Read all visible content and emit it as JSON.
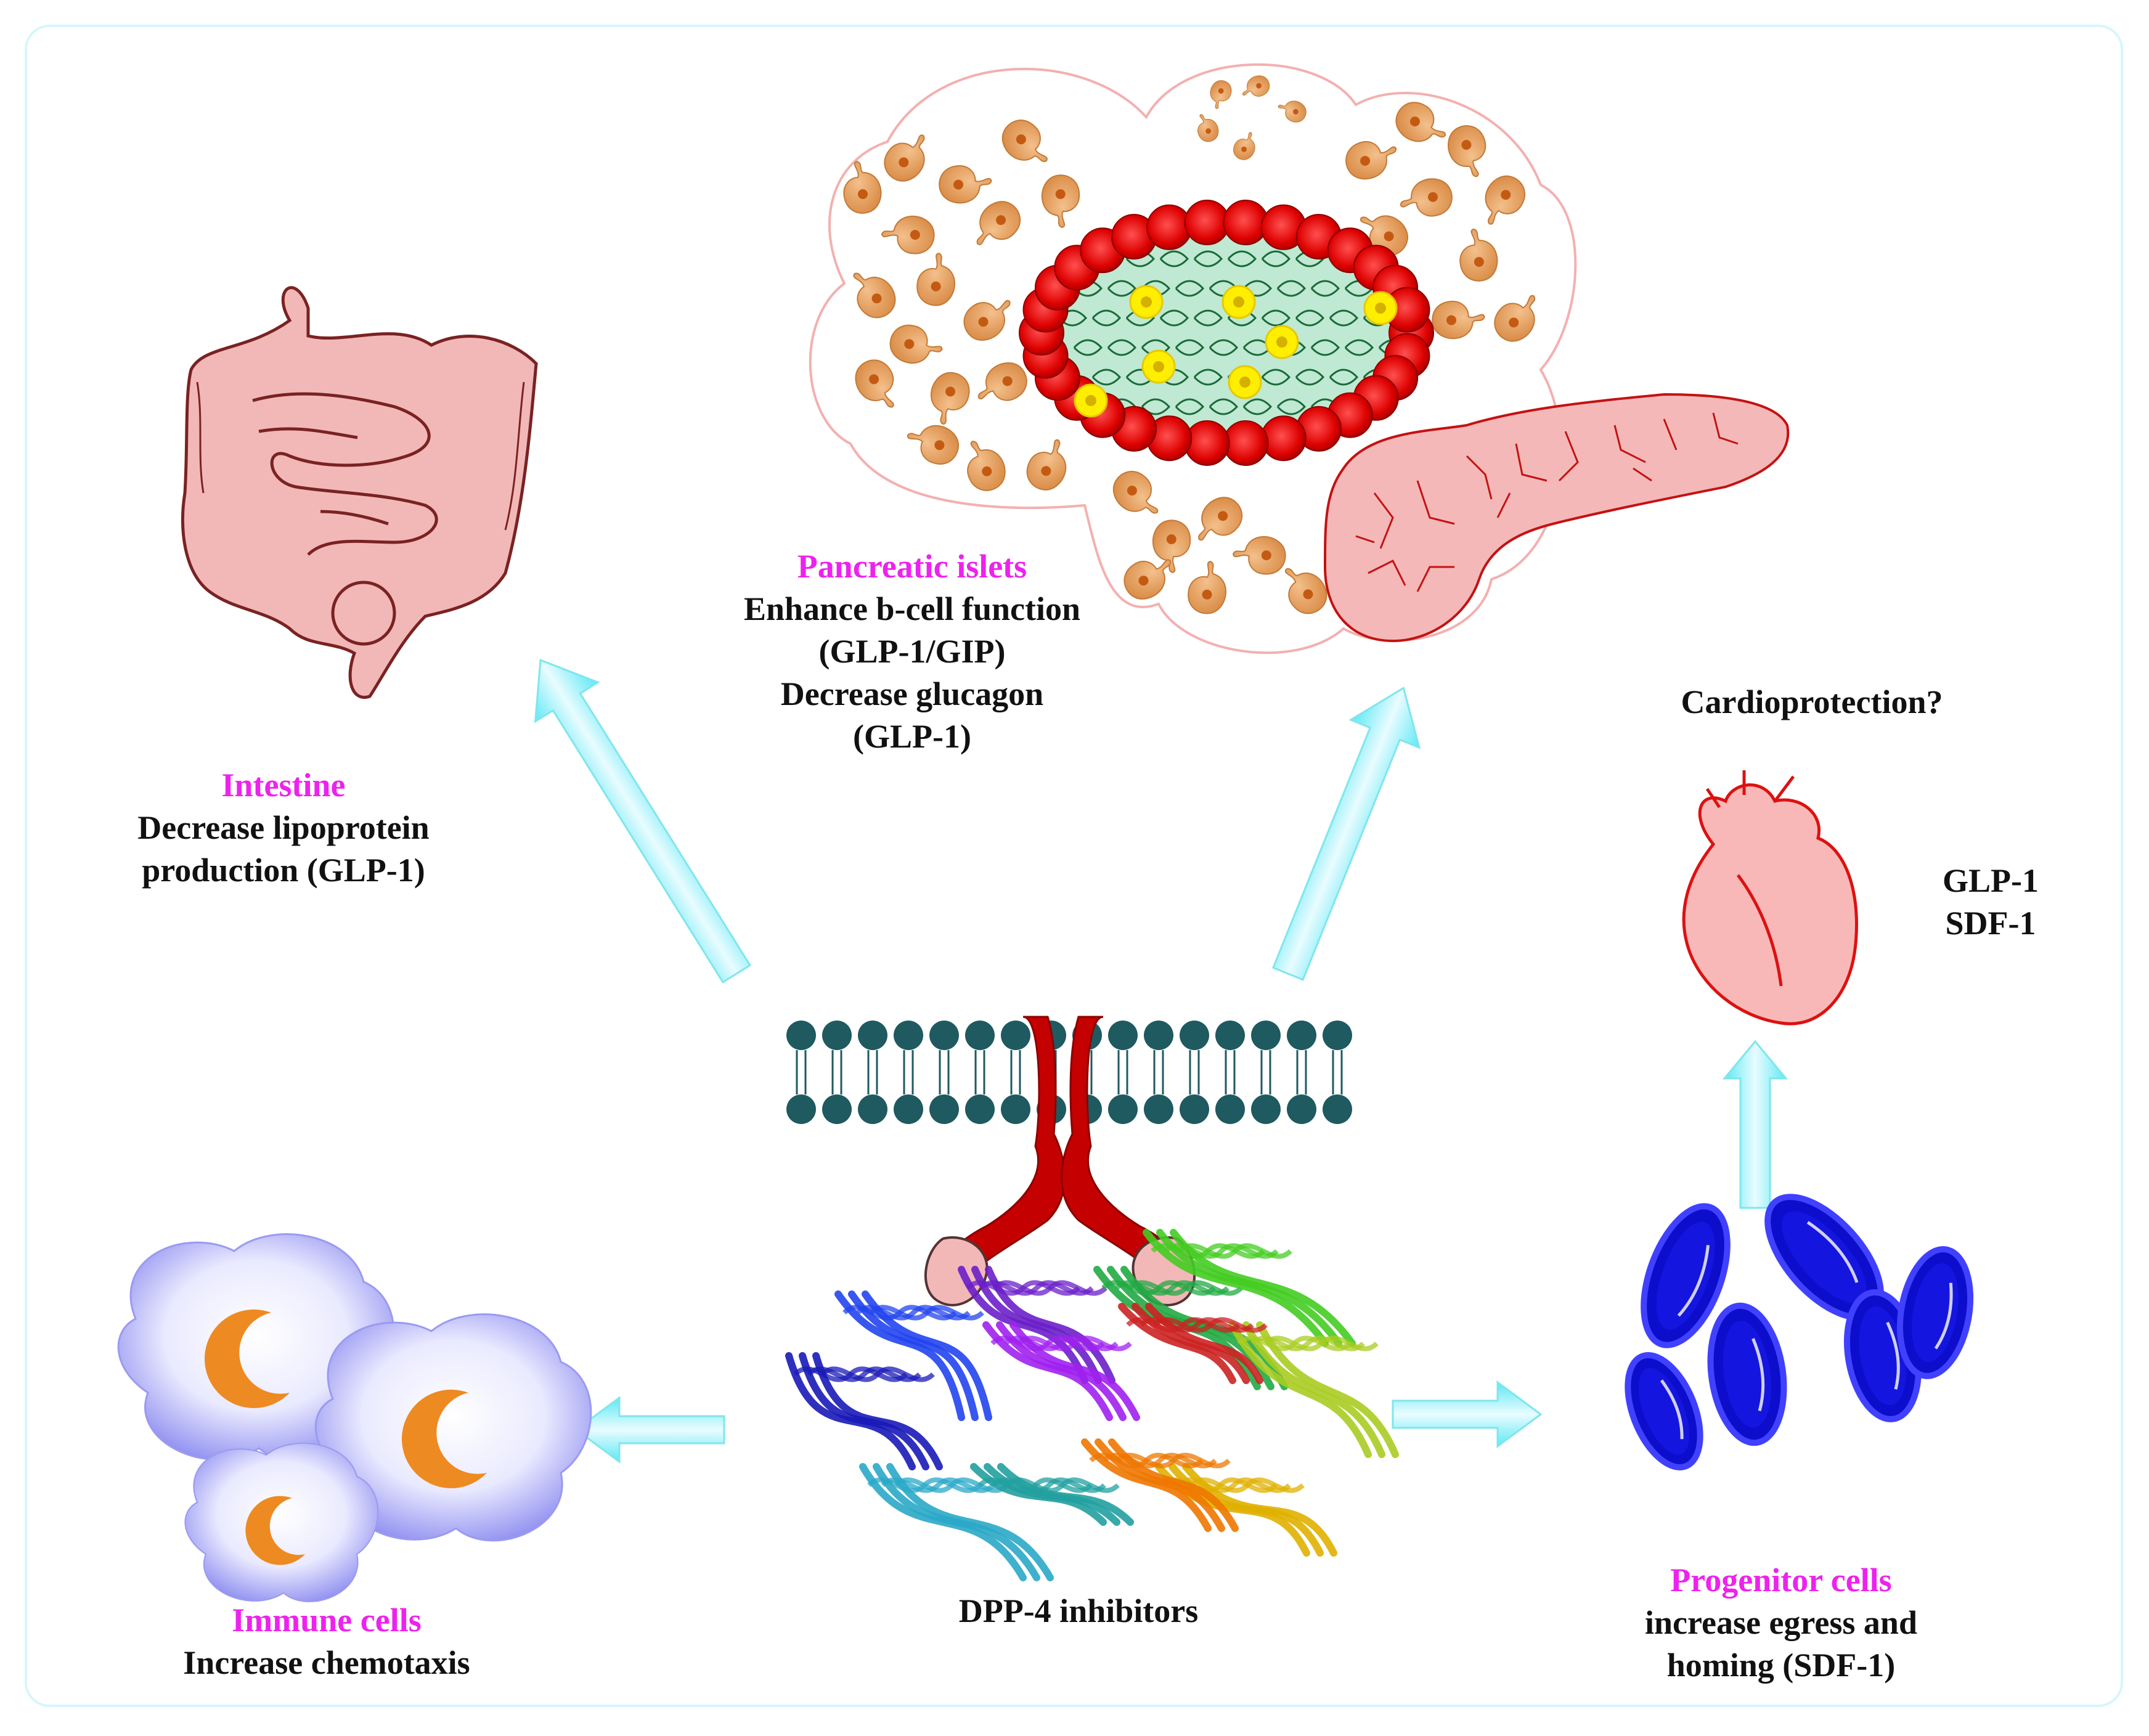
{
  "center": {
    "label": "DPP-4 inhibitors"
  },
  "intestine": {
    "title": "Intestine",
    "line1": "Decrease lipoprotein",
    "line2": "production (GLP-1)"
  },
  "pancreas": {
    "title": "Pancreatic islets",
    "line1": "Enhance b-cell function",
    "line2": "(GLP-1/GIP)",
    "line3": "Decrease glucagon",
    "line4": "(GLP-1)"
  },
  "heart": {
    "title": "Cardioprotection?",
    "line1": "GLP-1",
    "line2": "SDF-1"
  },
  "immune": {
    "title": "Immune cells",
    "line1": "Increase chemotaxis"
  },
  "progenitor": {
    "title": "Progenitor cells",
    "line1": "increase egress and",
    "line2": "homing (SDF-1)"
  },
  "colors": {
    "highlight": "#ee22ee",
    "arrow": "#5ee8f4",
    "membrane": "#1e5a60",
    "receptor": "#c40000",
    "organ": "#f2b8b8",
    "red_cell": "#dd0000",
    "beta_cell": "#ffee00",
    "acinar": "#e39a55",
    "progenitor": "#1a1aee",
    "immune": "#c8c8ff"
  }
}
